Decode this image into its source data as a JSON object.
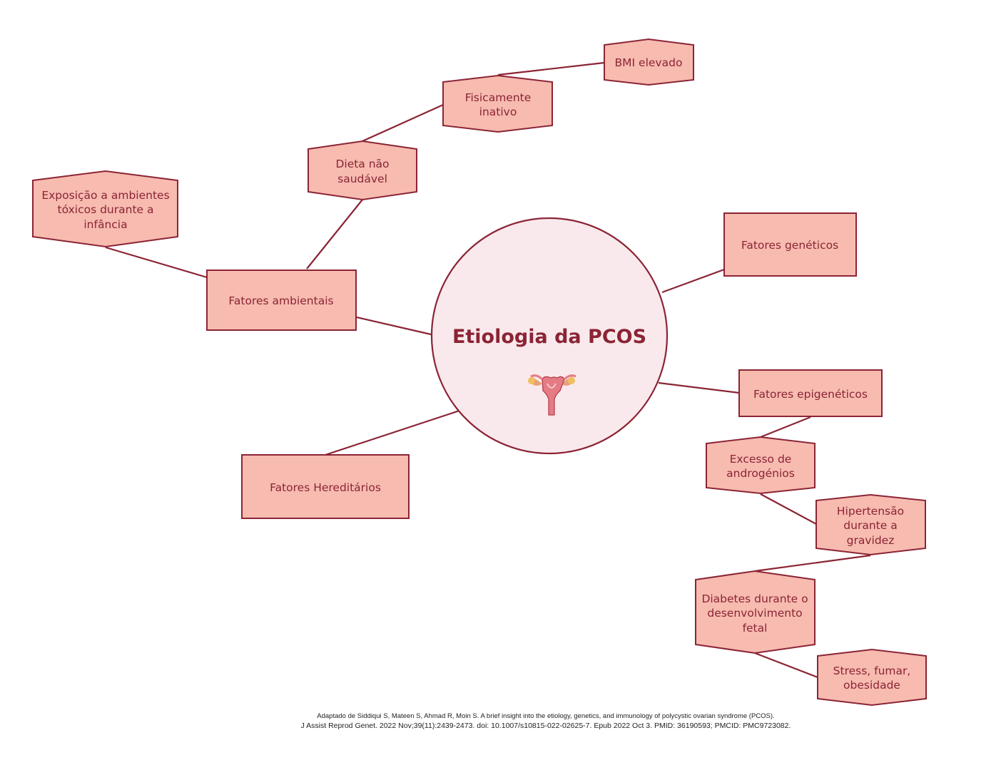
{
  "central": {
    "title": "Etiologia da PCOS",
    "icon": "uterus-icon"
  },
  "nodes": {
    "ambientais": "Fatores ambientais",
    "exposicao": [
      "Exposição a ambientes",
      "tóxicos durante a",
      "infância"
    ],
    "dieta": [
      "Dieta não",
      "saudável"
    ],
    "fisicamente": [
      "Fisicamente",
      "inativo"
    ],
    "bmi": "BMI elevado",
    "hereditarios": "Fatores Hereditários",
    "geneticos": "Fatores genéticos",
    "epigeneticos": "Fatores epigenéticos",
    "excesso": [
      "Excesso de",
      "androgénios"
    ],
    "hipertensao": [
      "Hipertensão",
      "durante a",
      "gravidez"
    ],
    "diabetes": [
      "Diabetes durante o",
      "desenvolvimento",
      "fetal"
    ],
    "stress": [
      "Stress, fumar,",
      "obesidade"
    ]
  },
  "citation": {
    "line1": "Adaptado de Siddiqui S, Mateen S, Ahmad R, Moin S. A brief insight into the etiology, genetics, and immunology of polycystic ovarian syndrome (PCOS).",
    "line2": "J Assist Reprod Genet. 2022 Nov;39(11):2439-2473. doi: 10.1007/s10815-022-02625-7. Epub 2022 Oct 3. PMID: 36190593; PMCID: PMC9723082."
  },
  "colors": {
    "stroke": "#8b2435",
    "fill": "#f7bbb0",
    "circle_fill": "#f9e9ec"
  }
}
